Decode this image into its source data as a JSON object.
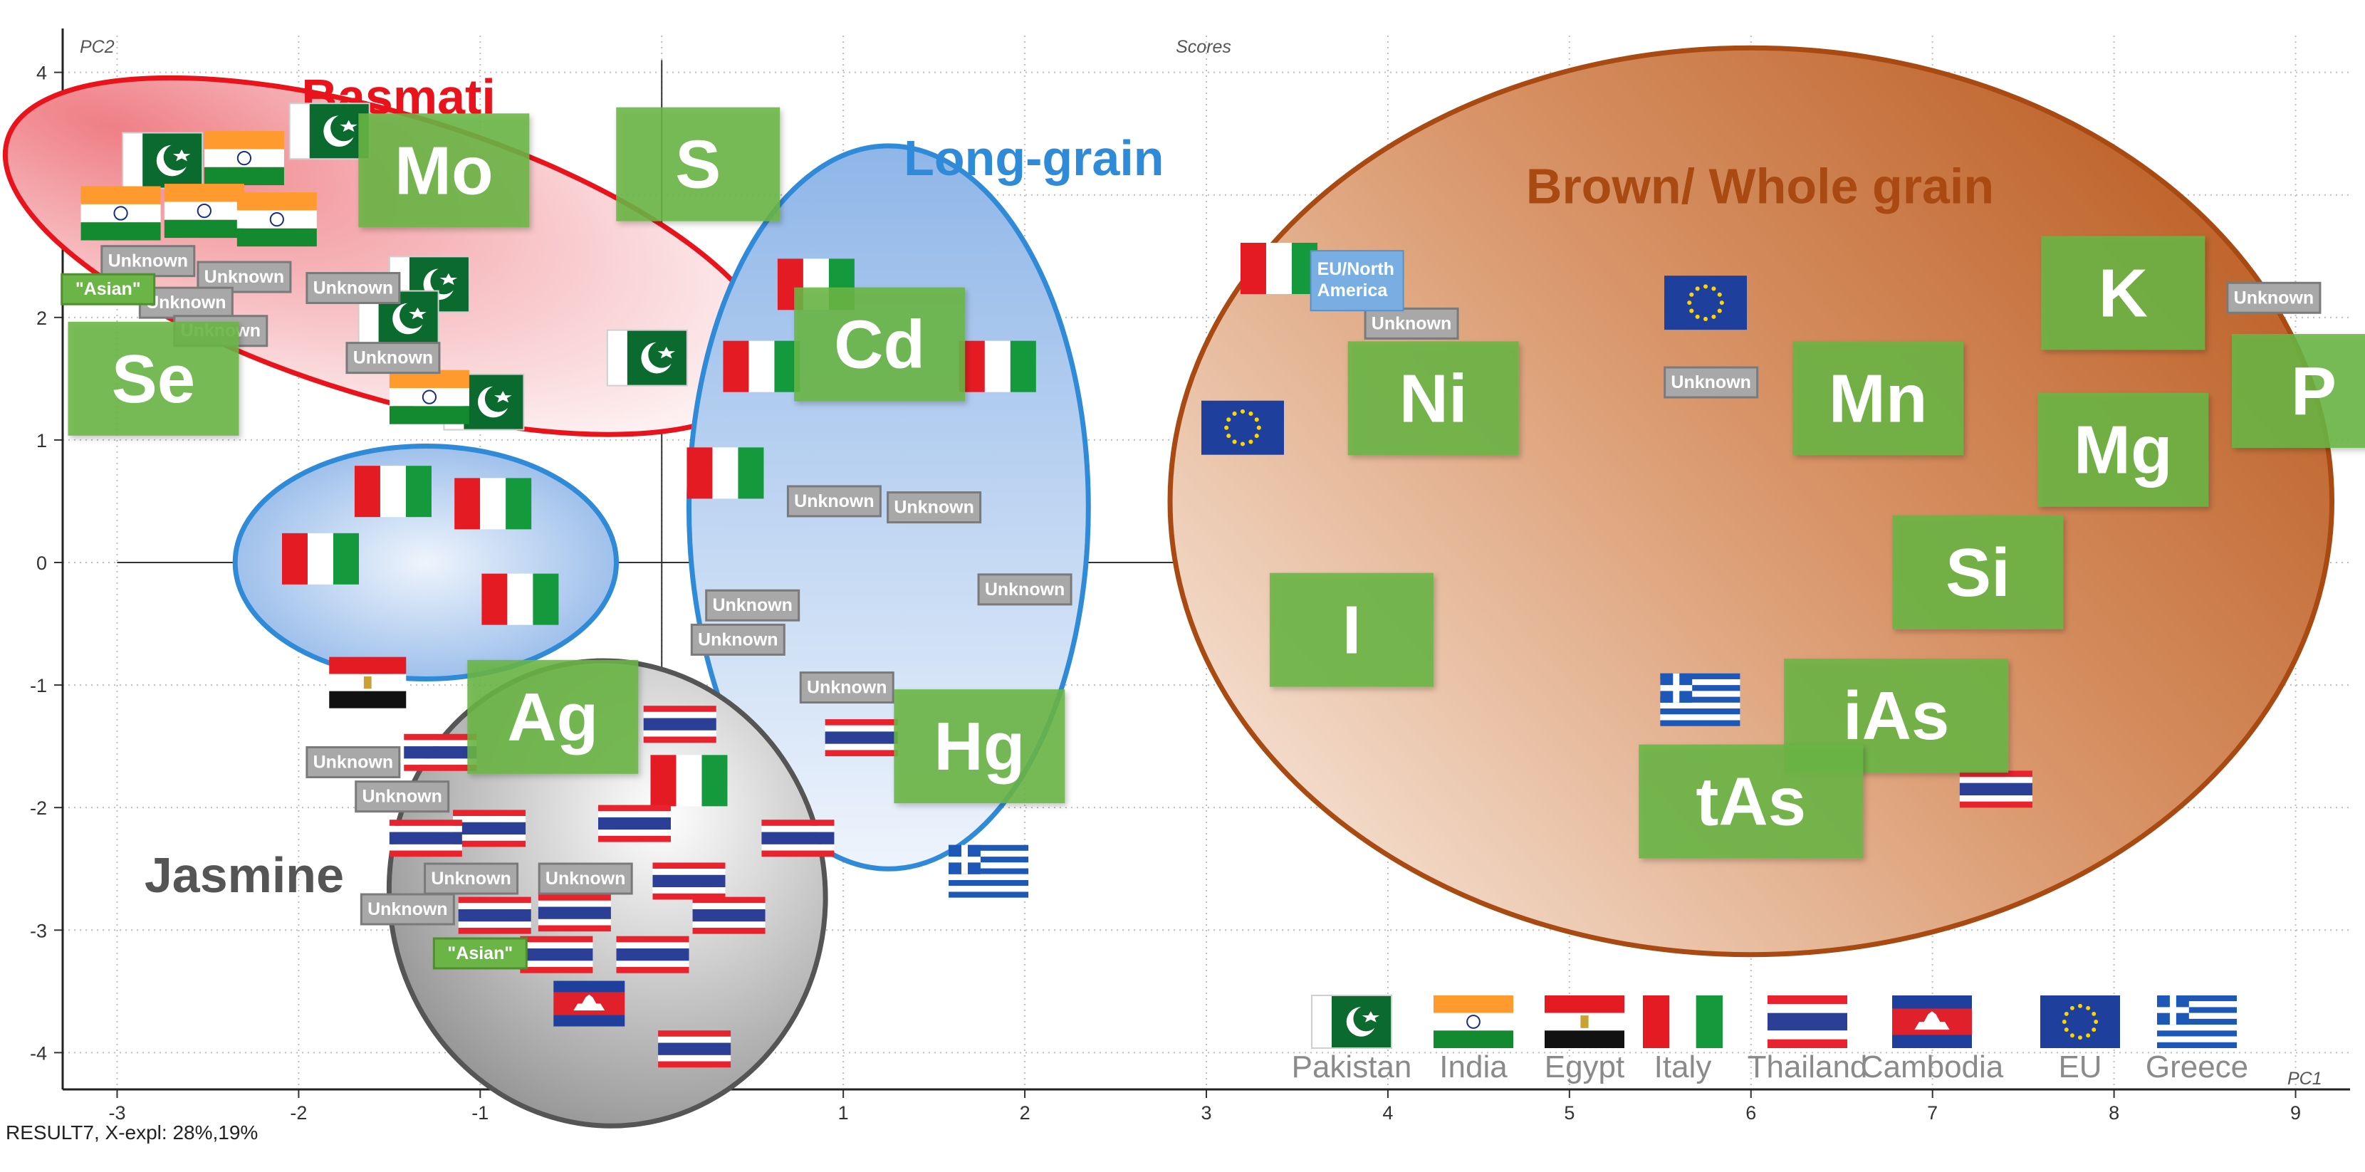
{
  "title": "Scores",
  "footer": "RESULT7, X-expl: 28%,19%",
  "colors": {
    "basmati_edge": "#e8131b",
    "longgrain_edge": "#2f8ad8",
    "brown_edge": "#a84a12",
    "jasmine_edge": "#555555",
    "label_green": "#6ab545",
    "unknown_fill": "#a8a8a8"
  },
  "chart_data": {
    "type": "scatter",
    "xlabel": "PC1",
    "ylabel": "PC2",
    "xlim": [
      -3.3,
      9.3
    ],
    "ylim": [
      -4.3,
      4.3
    ],
    "xticks": [
      -3,
      -2,
      -1,
      0,
      1,
      2,
      3,
      4,
      5,
      6,
      7,
      8,
      9
    ],
    "yticks": [
      -4,
      -3,
      -2,
      -1,
      0,
      1,
      2,
      3,
      4
    ],
    "grid": true,
    "groups": [
      {
        "name": "Basmati",
        "center": [
          -1.5,
          2.5
        ],
        "radii": [
          2.2,
          1.15
        ],
        "rotation": 17
      },
      {
        "name": "Long-grain",
        "center": [
          1.25,
          0.45
        ],
        "radii": [
          1.1,
          2.95
        ],
        "rotation": 0
      },
      {
        "name": "Brown/ Whole grain",
        "center": [
          6.0,
          0.5
        ],
        "radii": [
          3.2,
          3.7
        ],
        "rotation": 0
      },
      {
        "name": "Jasmine",
        "center": [
          -0.3,
          -2.7
        ],
        "radii": [
          1.2,
          1.9
        ],
        "rotation": -8
      },
      {
        "name": "",
        "center": [
          -1.3,
          0.0
        ],
        "radii": [
          1.05,
          0.95
        ],
        "rotation": 0
      }
    ],
    "group_labels": [
      {
        "text": "Basmati",
        "x": -1.45,
        "y": 3.8,
        "group": "Basmati"
      },
      {
        "text": "Long-grain",
        "x": 2.05,
        "y": 3.3,
        "group": "Long-grain"
      },
      {
        "text": "Brown/ Whole grain",
        "x": 6.05,
        "y": 3.07,
        "group": "Brown/ Whole grain"
      },
      {
        "text": "Jasmine",
        "x": -2.3,
        "y": -2.55,
        "group": "Jasmine"
      }
    ],
    "element_loadings": [
      {
        "label": "Mo",
        "x": -1.2,
        "y": 3.2
      },
      {
        "label": "S",
        "x": 0.2,
        "y": 3.25
      },
      {
        "label": "Se",
        "x": -2.8,
        "y": 1.5
      },
      {
        "label": "Cd",
        "x": 1.2,
        "y": 1.78
      },
      {
        "label": "Ag",
        "x": -0.6,
        "y": -1.26
      },
      {
        "label": "Hg",
        "x": 1.75,
        "y": -1.5
      },
      {
        "label": "Ni",
        "x": 4.25,
        "y": 1.34
      },
      {
        "label": "Mn",
        "x": 6.7,
        "y": 1.34
      },
      {
        "label": "K",
        "x": 8.05,
        "y": 2.2
      },
      {
        "label": "P",
        "x": 9.1,
        "y": 1.4
      },
      {
        "label": "Mg",
        "x": 8.05,
        "y": 0.92
      },
      {
        "label": "Si",
        "x": 7.25,
        "y": -0.08
      },
      {
        "label": "I",
        "x": 3.8,
        "y": -0.55
      },
      {
        "label": "iAs",
        "x": 6.8,
        "y": -1.25
      },
      {
        "label": "tAs",
        "x": 6.0,
        "y": -1.95
      }
    ],
    "sample_scores": [
      {
        "origin": "Pakistan",
        "x": -2.75,
        "y": 3.28
      },
      {
        "origin": "Pakistan",
        "x": -1.83,
        "y": 3.52
      },
      {
        "origin": "Pakistan",
        "x": -1.28,
        "y": 2.27
      },
      {
        "origin": "Pakistan",
        "x": -1.45,
        "y": 1.99
      },
      {
        "origin": "Pakistan",
        "x": -0.98,
        "y": 1.31
      },
      {
        "origin": "Pakistan",
        "x": -0.08,
        "y": 1.67
      },
      {
        "origin": "India",
        "x": -2.3,
        "y": 3.3
      },
      {
        "origin": "India",
        "x": -2.98,
        "y": 2.85
      },
      {
        "origin": "India",
        "x": -2.52,
        "y": 2.87
      },
      {
        "origin": "India",
        "x": -2.12,
        "y": 2.8
      },
      {
        "origin": "India",
        "x": -1.28,
        "y": 1.35
      },
      {
        "origin": "Italy",
        "x": 0.85,
        "y": 2.27
      },
      {
        "origin": "Italy",
        "x": 0.55,
        "y": 1.6
      },
      {
        "origin": "Italy",
        "x": 1.85,
        "y": 1.6
      },
      {
        "origin": "Italy",
        "x": 3.4,
        "y": 2.4
      },
      {
        "origin": "Italy",
        "x": 0.35,
        "y": 0.73
      },
      {
        "origin": "Italy",
        "x": -1.48,
        "y": 0.58
      },
      {
        "origin": "Italy",
        "x": -0.93,
        "y": 0.48
      },
      {
        "origin": "Italy",
        "x": -1.88,
        "y": 0.03
      },
      {
        "origin": "Italy",
        "x": -0.78,
        "y": -0.3
      },
      {
        "origin": "Italy",
        "x": 0.15,
        "y": -1.78
      },
      {
        "origin": "Egypt",
        "x": -1.62,
        "y": -0.98
      },
      {
        "origin": "EU",
        "x": 5.75,
        "y": 2.12
      },
      {
        "origin": "EU",
        "x": 3.2,
        "y": 1.1
      },
      {
        "origin": "Greece",
        "x": 5.72,
        "y": -1.12
      },
      {
        "origin": "Greece",
        "x": 1.8,
        "y": -2.52
      },
      {
        "origin": "Thailand",
        "x": 7.35,
        "y": -1.85
      },
      {
        "origin": "Thailand",
        "x": 1.1,
        "y": -1.43
      },
      {
        "origin": "Thailand",
        "x": 0.1,
        "y": -1.32
      },
      {
        "origin": "Thailand",
        "x": 0.75,
        "y": -2.25
      },
      {
        "origin": "Thailand",
        "x": -1.22,
        "y": -1.55
      },
      {
        "origin": "Thailand",
        "x": -0.95,
        "y": -2.17
      },
      {
        "origin": "Thailand",
        "x": -1.3,
        "y": -2.25
      },
      {
        "origin": "Thailand",
        "x": -0.15,
        "y": -2.13
      },
      {
        "origin": "Thailand",
        "x": 0.15,
        "y": -2.6
      },
      {
        "origin": "Thailand",
        "x": -0.92,
        "y": -2.88
      },
      {
        "origin": "Thailand",
        "x": -0.48,
        "y": -2.86
      },
      {
        "origin": "Thailand",
        "x": 0.37,
        "y": -2.88
      },
      {
        "origin": "Thailand",
        "x": -0.58,
        "y": -3.2
      },
      {
        "origin": "Thailand",
        "x": -0.05,
        "y": -3.2
      },
      {
        "origin": "Thailand",
        "x": 0.18,
        "y": -3.97
      },
      {
        "origin": "Cambodia",
        "x": -0.4,
        "y": -3.6
      }
    ],
    "unknown_samples": [
      {
        "label": "Unknown",
        "x": -2.83,
        "y": 2.46
      },
      {
        "label": "Unknown",
        "x": -2.3,
        "y": 2.33
      },
      {
        "label": "Unknown",
        "x": -2.62,
        "y": 2.12
      },
      {
        "label": "Unknown",
        "x": -1.7,
        "y": 2.24
      },
      {
        "label": "Unknown",
        "x": -2.43,
        "y": 1.89
      },
      {
        "label": "Unknown",
        "x": -1.48,
        "y": 1.67
      },
      {
        "label": "Unknown",
        "x": 0.95,
        "y": 0.5
      },
      {
        "label": "Unknown",
        "x": 1.5,
        "y": 0.45
      },
      {
        "label": "Unknown",
        "x": 0.5,
        "y": -0.35
      },
      {
        "label": "Unknown",
        "x": 0.42,
        "y": -0.63
      },
      {
        "label": "Unknown",
        "x": 2.0,
        "y": -0.22
      },
      {
        "label": "Unknown",
        "x": 1.02,
        "y": -1.02
      },
      {
        "label": "Unknown",
        "x": -1.7,
        "y": -1.63
      },
      {
        "label": "Unknown",
        "x": -1.43,
        "y": -1.91
      },
      {
        "label": "Unknown",
        "x": -1.05,
        "y": -2.58
      },
      {
        "label": "Unknown",
        "x": -0.42,
        "y": -2.58
      },
      {
        "label": "Unknown",
        "x": -1.4,
        "y": -2.83
      },
      {
        "label": "Unknown",
        "x": 4.13,
        "y": 1.95
      },
      {
        "label": "Unknown",
        "x": 5.78,
        "y": 1.47
      },
      {
        "label": "Unknown",
        "x": 8.88,
        "y": 2.16
      }
    ],
    "other_labels": [
      {
        "label": "\"Asian\"",
        "x": -3.05,
        "y": 2.23,
        "kind": "green"
      },
      {
        "label": "\"Asian\"",
        "x": -1.0,
        "y": -3.19,
        "kind": "green"
      },
      {
        "label": "EU/North America",
        "x": 3.83,
        "y": 2.3,
        "kind": "blue"
      }
    ],
    "legend": {
      "placement": "bottom-right",
      "entries": [
        "Pakistan",
        "India",
        "Egypt",
        "Italy",
        "Thailand",
        "Cambodia",
        "EU",
        "Greece"
      ]
    }
  }
}
